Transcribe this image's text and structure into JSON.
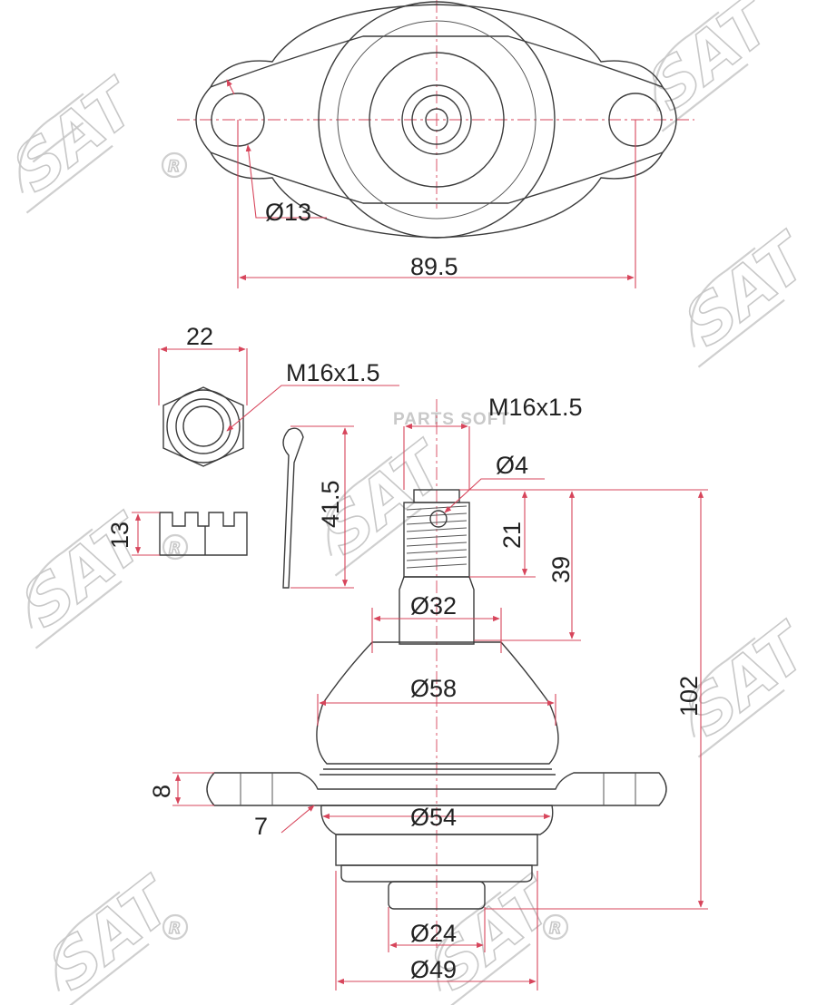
{
  "watermark": {
    "text": "PARTS SOFT",
    "logo_text": "SAT",
    "registered_mark": "R"
  },
  "colors": {
    "dimension_lines": "#d7455b",
    "part_outline": "#3c3c3c",
    "label_text": "#222222",
    "watermark": "#cccccc"
  },
  "dimensions": {
    "flange_hole_diameter": "Ø13",
    "flange_hole_spacing": "89.5",
    "nut_width": "22",
    "nut_thread": "M16x1.5",
    "nut_height": "13",
    "cotter_pin_length": "41.5",
    "stud_thread": "M16x1.5",
    "pin_hole_diameter": "Ø4",
    "thread_length": "21",
    "stud_length": "39",
    "stud_base_diameter": "Ø32",
    "boot_diameter": "Ø58",
    "overall_height": "102",
    "flange_thickness": "8",
    "flange_offset": "7",
    "body_diameter": "Ø54",
    "bottom_diameter": "Ø24",
    "housing_diameter": "Ø49"
  }
}
